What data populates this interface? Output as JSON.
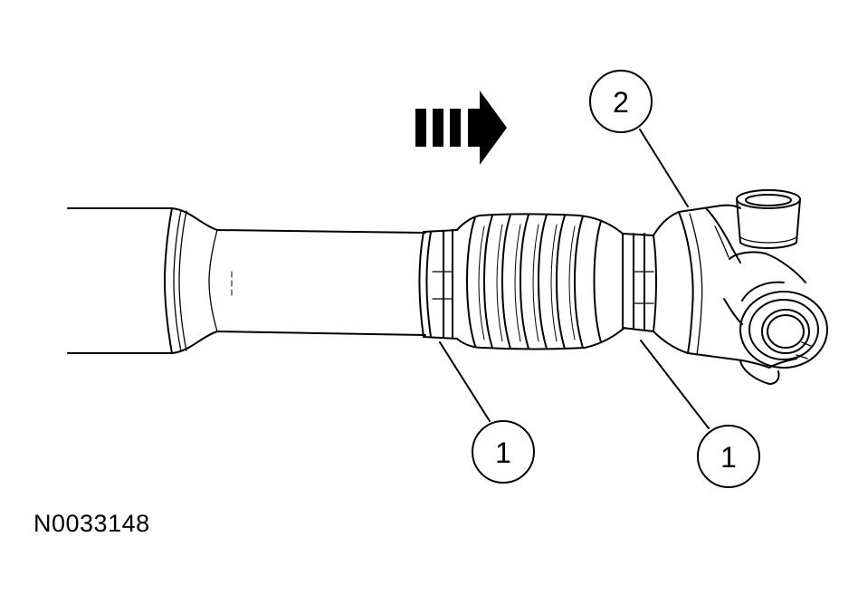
{
  "diagram": {
    "callouts": [
      {
        "id": "boot-clamp-left",
        "label": "1"
      },
      {
        "id": "boot-clamp-right",
        "label": "1"
      },
      {
        "id": "yoke",
        "label": "2"
      }
    ],
    "direction_arrow": "arrow-right-icon",
    "figure_id": "N0033148",
    "colors": {
      "line": "#000000",
      "background": "#ffffff"
    }
  }
}
